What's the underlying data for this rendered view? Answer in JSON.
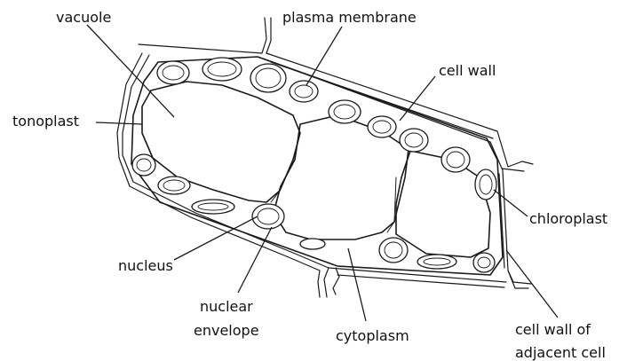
{
  "labels": {
    "vacuole": "vacuole",
    "plasma_membrane": "plasma membrane",
    "cell_wall": "cell wall",
    "tonoplast": "tonoplast",
    "chloroplast": "chloroplast",
    "nucleus": "nucleus",
    "nuclear_envelope_1": "nuclear",
    "nuclear_envelope_2": "envelope",
    "cytoplasm": "cytoplasm",
    "adjacent_wall_1": "cell wall of",
    "adjacent_wall_2": "adjacent cell"
  },
  "colors": {
    "line": "#1a1a1a",
    "text": "#111111",
    "background": "#ffffff"
  }
}
